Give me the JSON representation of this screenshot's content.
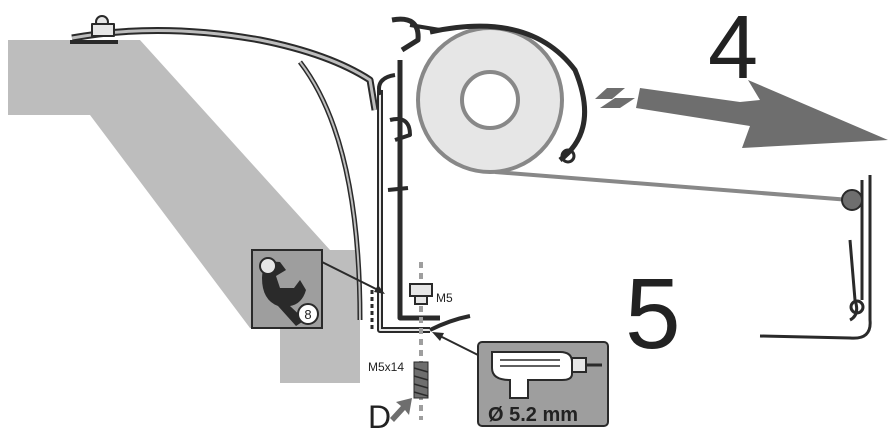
{
  "steps": {
    "step_a": "4",
    "step_b": "5"
  },
  "labels": {
    "nut_size": "M5",
    "screw_size": "M5x14",
    "wrench_size": "8",
    "drill_diameter": "Ø 5.2 mm",
    "detail_marker": "D"
  },
  "icons": [
    "wrench-icon",
    "drill-icon",
    "screw-icon",
    "nut-icon",
    "direction-arrow-icon"
  ],
  "colors": {
    "gray": "#bdbdbd",
    "dark": "#2a2a2a",
    "mid": "#6e6e6e",
    "light": "#e6e6e6"
  }
}
